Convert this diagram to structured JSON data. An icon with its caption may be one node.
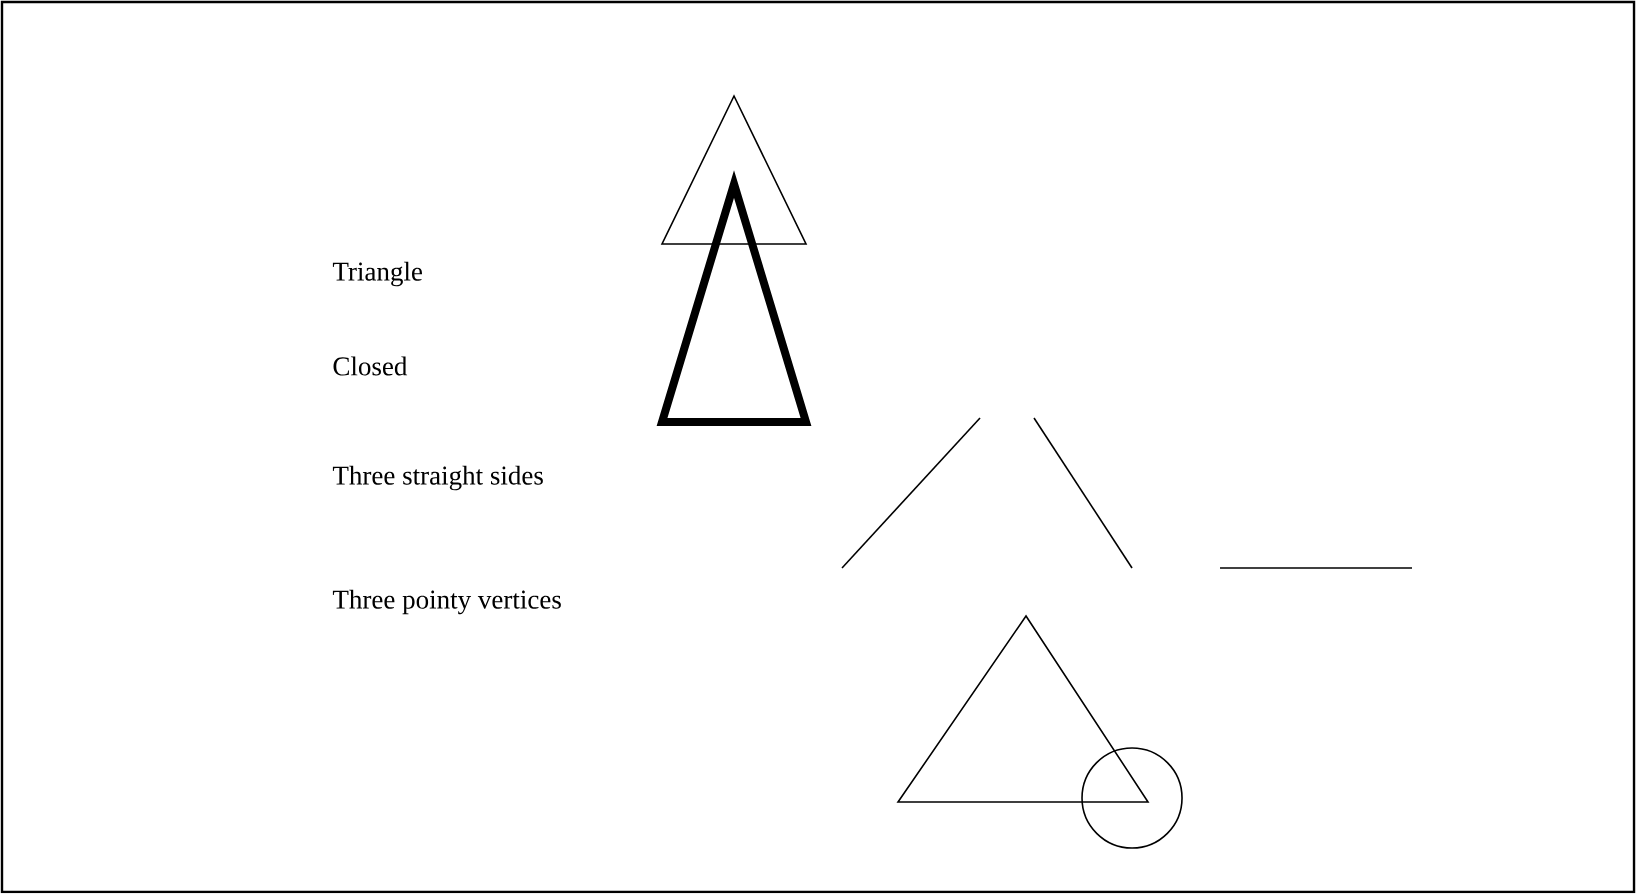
{
  "diagram": {
    "labels": [
      "Triangle",
      "Closed",
      "Three straight sides",
      "Three pointy vertices"
    ]
  }
}
